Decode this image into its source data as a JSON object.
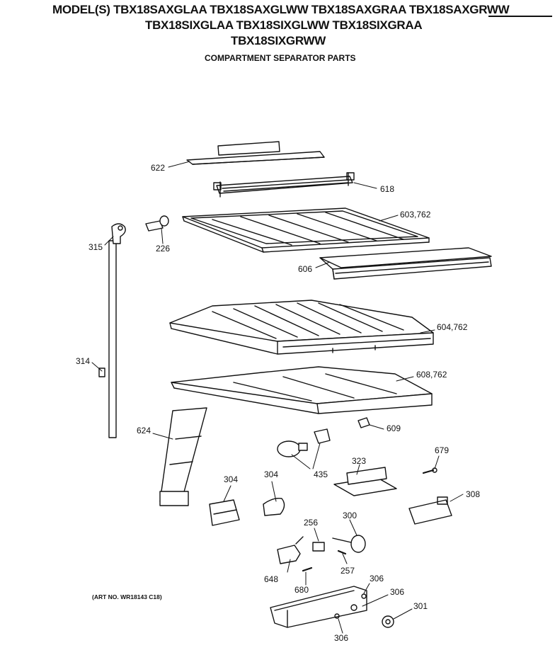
{
  "header": {
    "models_line1": "MODEL(S) TBX18SAXGLAA  TBX18SAXGLWW  TBX18SAXGRAA  TBX18SAXGRWW",
    "models_line2": "TBX18SIXGLAA  TBX18SIXGLWW  TBX18SIXGRAA",
    "models_line3": "TBX18SIXGRWW",
    "subtitle": "COMPARTMENT SEPARATOR PARTS"
  },
  "art_number": "(ART NO. WR18143 C18)",
  "callouts": {
    "c622": "622",
    "c618": "618",
    "c603": "603,762",
    "c315": "315",
    "c226": "226",
    "c606": "606",
    "c604": "604,762",
    "c314": "314",
    "c608": "608,762",
    "c609": "609",
    "c624": "624",
    "c679": "679",
    "c435": "435",
    "c323": "323",
    "c304a": "304",
    "c304b": "304",
    "c308": "308",
    "c300": "300",
    "c256": "256",
    "c257": "257",
    "c648": "648",
    "c680": "680",
    "c306a": "306",
    "c306b": "306",
    "c306c": "306",
    "c301": "301"
  },
  "colors": {
    "line": "#111111",
    "background": "#ffffff"
  }
}
